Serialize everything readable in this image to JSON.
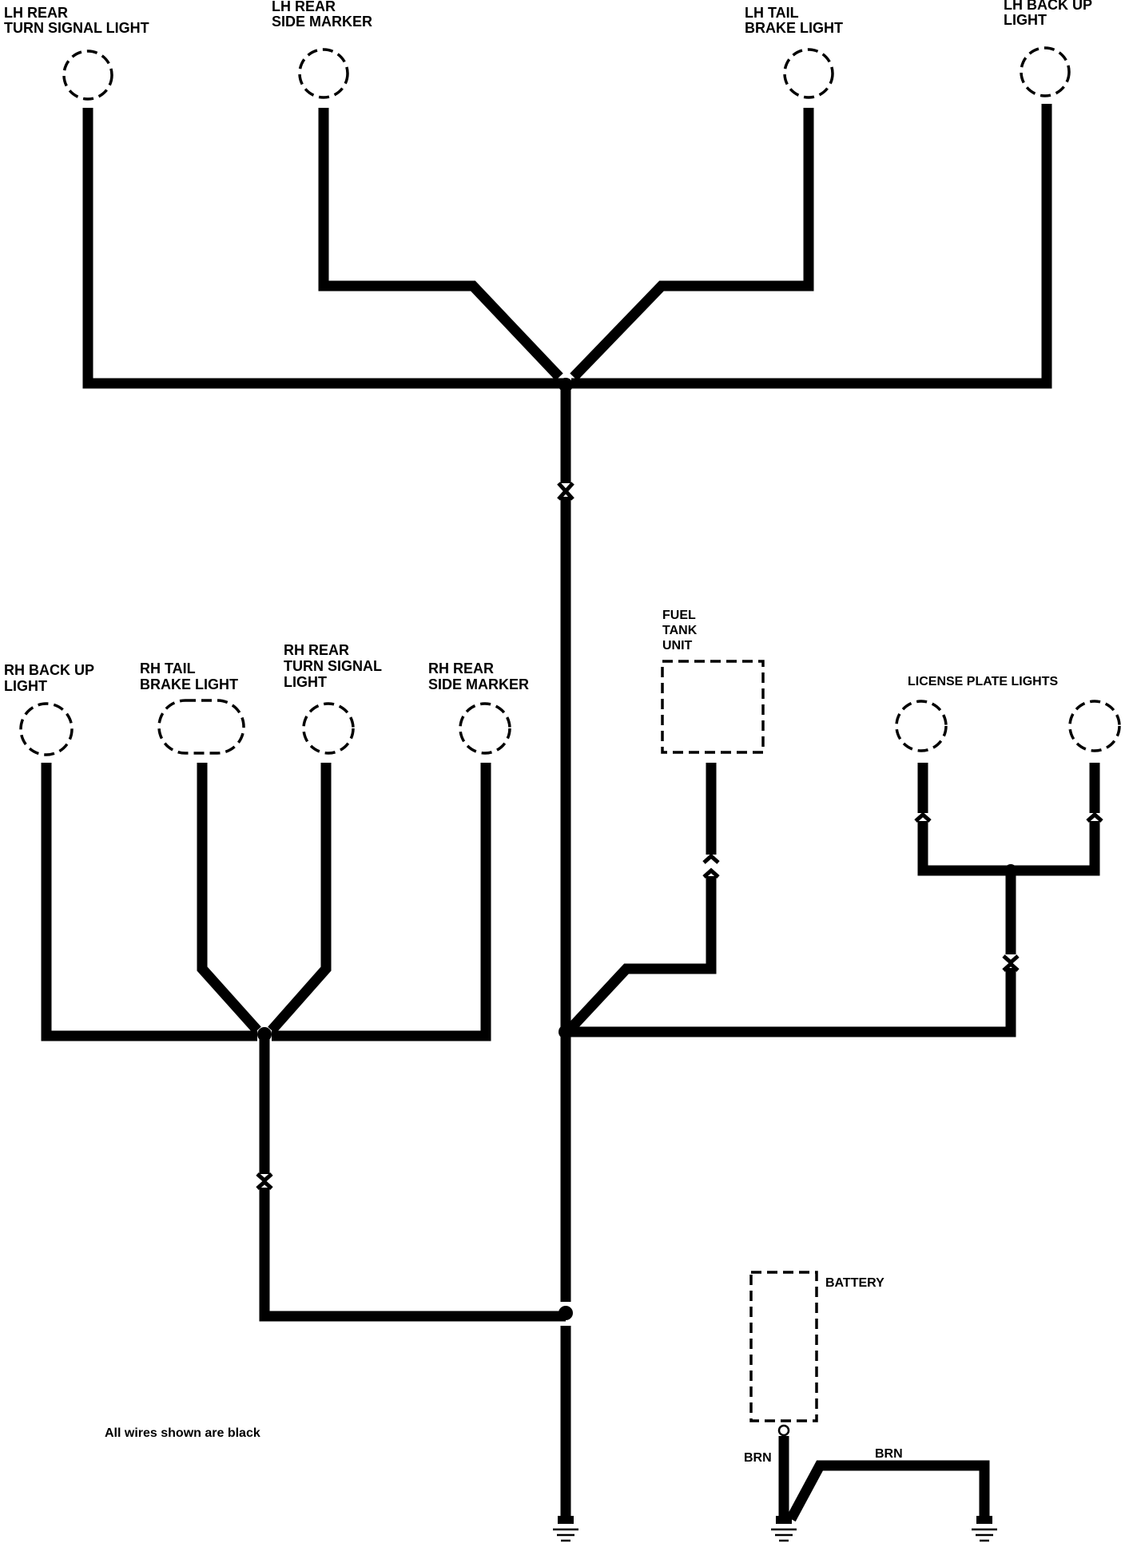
{
  "components": {
    "lh_rear_turn_signal_light": [
      "LH REAR",
      "TURN SIGNAL LIGHT"
    ],
    "lh_rear_side_marker": [
      "LH REAR",
      "SIDE MARKER"
    ],
    "lh_tail_brake_light": [
      "LH TAIL",
      "BRAKE LIGHT"
    ],
    "lh_back_up_light": [
      "LH BACK UP",
      "LIGHT"
    ],
    "rh_back_up_light": [
      "RH BACK UP",
      "LIGHT"
    ],
    "rh_tail_brake_light": [
      "RH TAIL",
      "BRAKE LIGHT"
    ],
    "rh_rear_turn_signal_light": [
      "RH REAR",
      "TURN SIGNAL",
      "LIGHT"
    ],
    "rh_rear_side_marker": [
      "RH REAR",
      "SIDE MARKER"
    ],
    "fuel_tank_unit": [
      "FUEL",
      "TANK",
      "UNIT"
    ],
    "license_plate_lights": [
      "LICENSE PLATE LIGHTS"
    ],
    "battery": [
      "BATTERY"
    ]
  },
  "wire_labels": {
    "battery_lead": "BRN",
    "battery_strap": "BRN"
  },
  "note": "All wires shown are black"
}
